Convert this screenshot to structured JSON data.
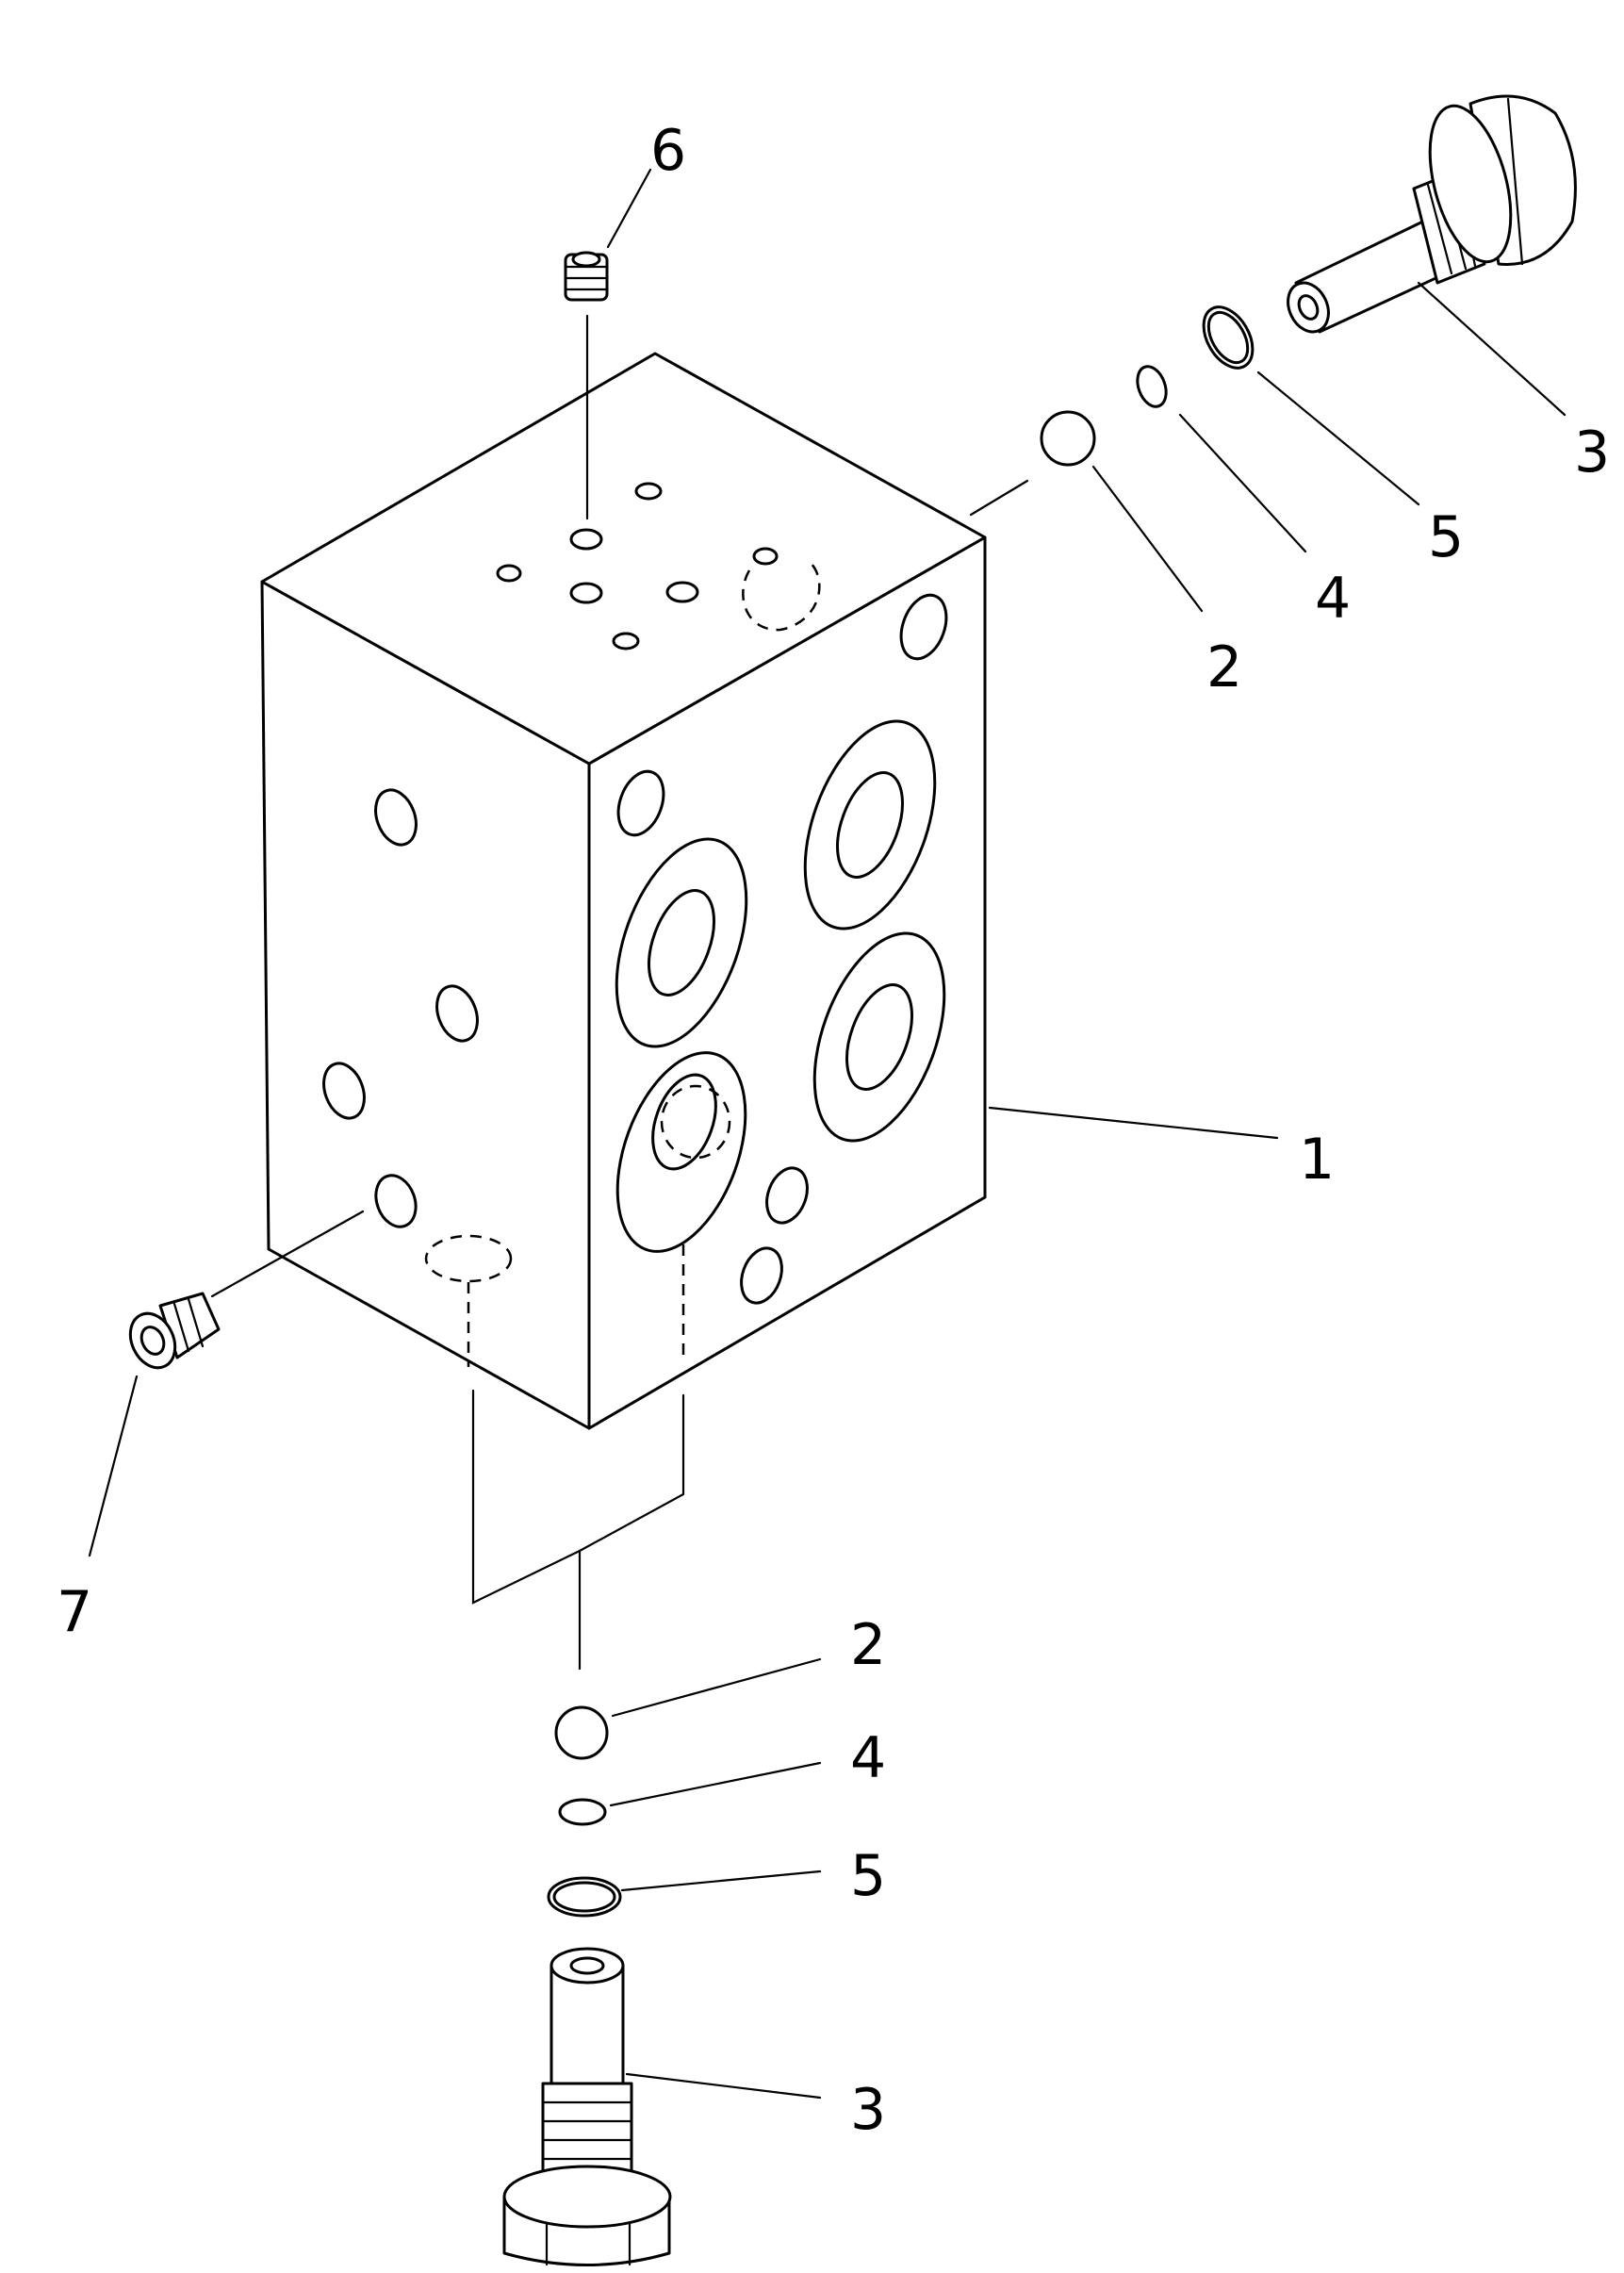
{
  "callouts": {
    "top_plug": "6",
    "right_valve": "3",
    "right_oring_large": "5",
    "right_oring_small": "4",
    "right_ball": "2",
    "valve_body": "1",
    "side_plug": "7",
    "bottom_ball": "2",
    "bottom_oring_small": "4",
    "bottom_oring_large": "5",
    "bottom_valve": "3"
  }
}
